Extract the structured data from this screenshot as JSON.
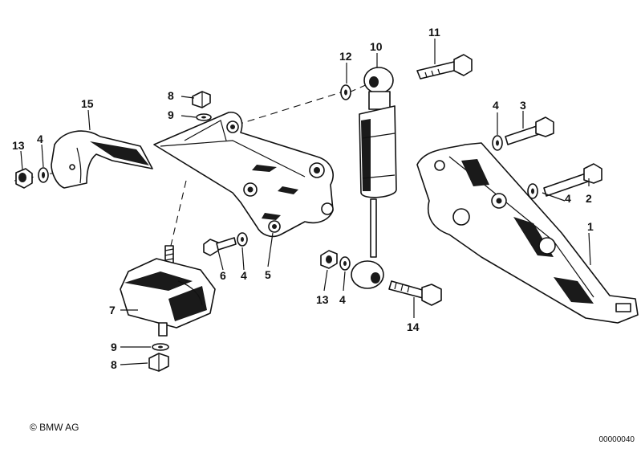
{
  "copyright": "© BMW AG",
  "drawing_id": "00000040",
  "callouts": [
    {
      "id": "1",
      "label": "1"
    },
    {
      "id": "2",
      "label": "2"
    },
    {
      "id": "3",
      "label": "3"
    },
    {
      "id": "4a",
      "label": "4"
    },
    {
      "id": "4b",
      "label": "4"
    },
    {
      "id": "4c",
      "label": "4"
    },
    {
      "id": "4d",
      "label": "4"
    },
    {
      "id": "4e",
      "label": "4"
    },
    {
      "id": "5",
      "label": "5"
    },
    {
      "id": "6",
      "label": "6"
    },
    {
      "id": "7",
      "label": "7"
    },
    {
      "id": "8a",
      "label": "8"
    },
    {
      "id": "8b",
      "label": "8"
    },
    {
      "id": "9a",
      "label": "9"
    },
    {
      "id": "9b",
      "label": "9"
    },
    {
      "id": "10",
      "label": "10"
    },
    {
      "id": "11",
      "label": "11"
    },
    {
      "id": "12",
      "label": "12"
    },
    {
      "id": "13a",
      "label": "13"
    },
    {
      "id": "13b",
      "label": "13"
    },
    {
      "id": "14",
      "label": "14"
    },
    {
      "id": "15",
      "label": "15"
    }
  ]
}
